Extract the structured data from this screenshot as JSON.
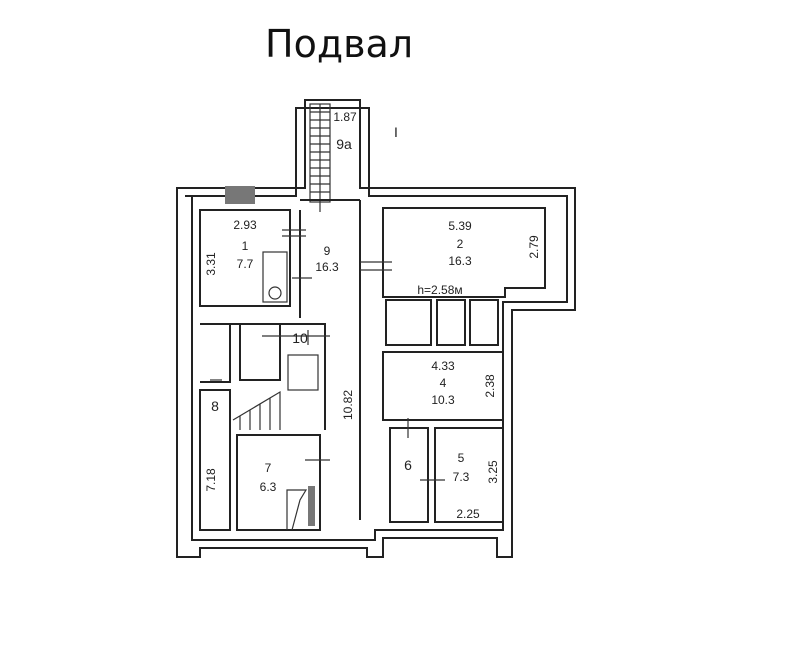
{
  "title": "Подвал",
  "section_mark": "I",
  "height_note": "h=2.58м",
  "rooms": {
    "r9a": {
      "number": "9a",
      "dim": "1.87"
    },
    "r1": {
      "number": "1",
      "area": "7.7",
      "dim_w": "2.93",
      "dim_h": "3.31"
    },
    "r9": {
      "number": "9",
      "area": "16.3",
      "dim_h": "10.82"
    },
    "r2": {
      "number": "2",
      "area": "16.3",
      "dim_w": "5.39",
      "dim_h": "2.79"
    },
    "r10": {
      "number": "10"
    },
    "r4": {
      "number": "4",
      "area": "10.3",
      "dim_w": "4.33",
      "dim_h": "2.38"
    },
    "r8": {
      "number": "8",
      "dim_h": "7.18"
    },
    "r7": {
      "number": "7",
      "area": "6.3"
    },
    "r6": {
      "number": "6"
    },
    "r5": {
      "number": "5",
      "area": "7.3",
      "dim_w": "2.25",
      "dim_h": "3.25"
    }
  }
}
